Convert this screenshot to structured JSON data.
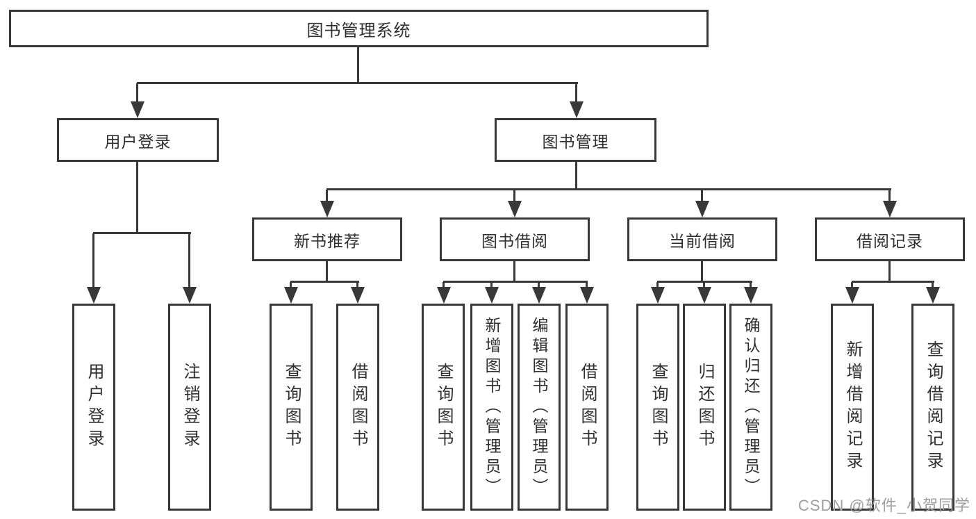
{
  "diagram": {
    "type": "tree",
    "title": "图书管理系统",
    "level2": [
      {
        "label": "用户登录"
      },
      {
        "label": "图书管理"
      }
    ],
    "level3": [
      {
        "label": "新书推荐",
        "parent": "图书管理"
      },
      {
        "label": "图书借阅",
        "parent": "图书管理"
      },
      {
        "label": "当前借阅",
        "parent": "图书管理"
      },
      {
        "label": "借阅记录",
        "parent": "图书管理"
      }
    ],
    "leaves": [
      {
        "label": "用户登录",
        "parent": "用户登录"
      },
      {
        "label": "注销登录",
        "parent": "用户登录"
      },
      {
        "label": "查询图书",
        "parent": "新书推荐"
      },
      {
        "label": "借阅图书",
        "parent": "新书推荐"
      },
      {
        "label": "查询图书",
        "parent": "图书借阅"
      },
      {
        "label": "新增图书（管理员）",
        "parent": "图书借阅"
      },
      {
        "label": "编辑图书（管理员）",
        "parent": "图书借阅"
      },
      {
        "label": "借阅图书",
        "parent": "图书借阅"
      },
      {
        "label": "查询图书",
        "parent": "当前借阅"
      },
      {
        "label": "归还图书",
        "parent": "当前借阅"
      },
      {
        "label": "确认归还（管理员）",
        "parent": "当前借阅"
      },
      {
        "label": "新增借阅记录",
        "parent": "借阅记录"
      },
      {
        "label": "查询借阅记录",
        "parent": "借阅记录"
      }
    ]
  },
  "watermark": {
    "text": "CSDN @软件_小贺同学"
  },
  "colors": {
    "line": "#383838",
    "text": "#2f2f2f",
    "background": "#ffffff",
    "watermark": "#9e9e9e"
  }
}
